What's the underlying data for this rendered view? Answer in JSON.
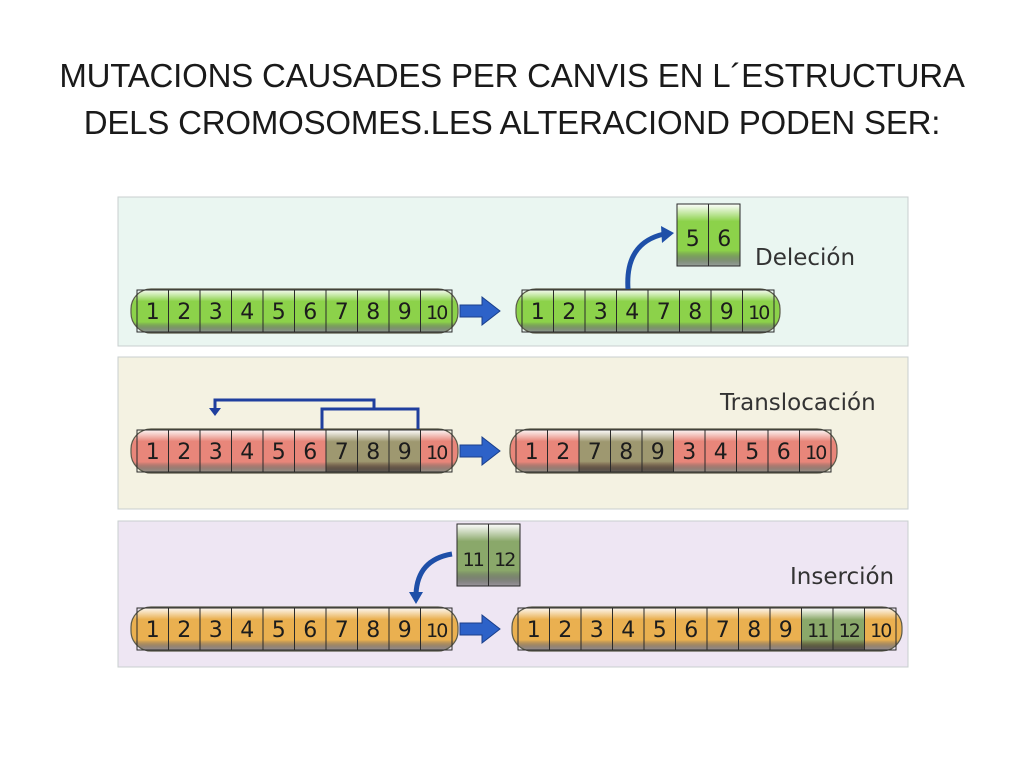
{
  "title": {
    "line1": "MUTACIONS CAUSADES PER CANVIS EN L´ESTRUCTURA",
    "line2": "DELS CROMOSOMES.LES ALTERACIOND PODEN SER:"
  },
  "colors": {
    "deletion": "#8cd24a",
    "translocation": "#e8867a",
    "insertion": "#eab050",
    "moved_segment": "#9e9870",
    "inserted_segment": "#8aa86a",
    "arrow": "#2d62c8",
    "connector": "#1f3f9e"
  },
  "panels": [
    {
      "label": "Deleción",
      "original": [
        "1",
        "2",
        "3",
        "4",
        "5",
        "6",
        "7",
        "8",
        "9",
        "10"
      ],
      "result": [
        "1",
        "2",
        "3",
        "4",
        "7",
        "8",
        "9",
        "10"
      ],
      "fragment": [
        "5",
        "6"
      ]
    },
    {
      "label": "Translocación",
      "original": [
        "1",
        "2",
        "3",
        "4",
        "5",
        "6",
        "7",
        "8",
        "9",
        "10"
      ],
      "result": [
        "1",
        "2",
        "7",
        "8",
        "9",
        "3",
        "4",
        "5",
        "6",
        "10"
      ],
      "moved": [
        "7",
        "8",
        "9"
      ]
    },
    {
      "label": "Inserción",
      "original": [
        "1",
        "2",
        "3",
        "4",
        "5",
        "6",
        "7",
        "8",
        "9",
        "10"
      ],
      "result": [
        "1",
        "2",
        "3",
        "4",
        "5",
        "6",
        "7",
        "8",
        "9",
        "11",
        "12",
        "10"
      ],
      "fragment": [
        "11",
        "12"
      ]
    }
  ]
}
